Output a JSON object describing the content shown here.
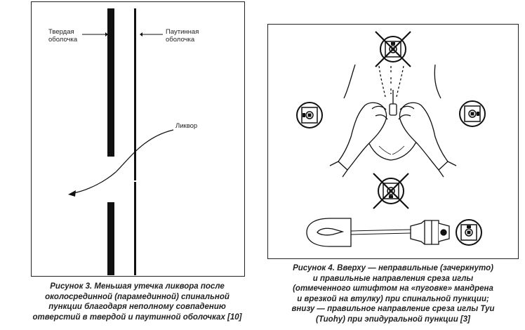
{
  "left_figure": {
    "label_dura": "Твердая\nоболочка",
    "label_arachnoid": "Паутинная\nоболочка",
    "label_csf": "Ликвор",
    "caption": "Рисунок 3. Меньшая утечка ликвора после\nоколосрединной (парамединной) спинальной\nпункции благодаря неполному совпадению\nотверстий в твердой и паутинной оболочках [10]"
  },
  "right_figure": {
    "caption": "Рисунок 4. Вверху — неправильные (зачеркнуто)\nи правильные направления среза иглы\n(отмеченного штифтом на «пуговке» мандрена\nи врезкой на втулку) при спинальной пункции;\nвнизу — правильное направление среза иглы Туи\n(Tuohy) при эпидуральной пункции [3]"
  }
}
